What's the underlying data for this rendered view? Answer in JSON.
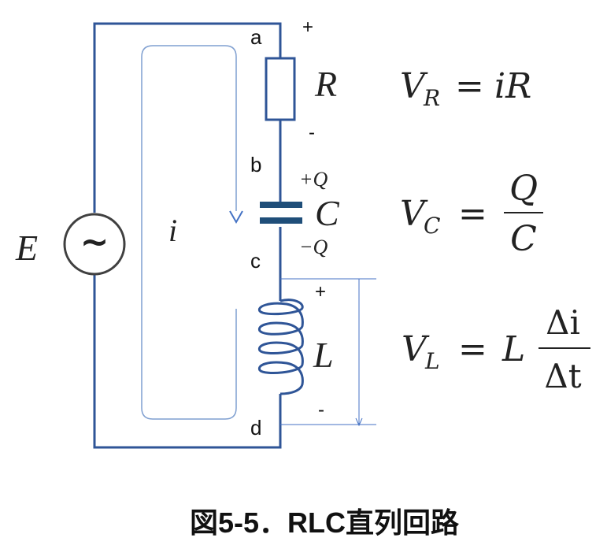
{
  "nodes": {
    "a": "a",
    "b": "b",
    "c": "c",
    "d": "d"
  },
  "signs": {
    "plus": "+",
    "minus": "-"
  },
  "source": {
    "label": "E",
    "symbol": "~"
  },
  "current": {
    "label": "i"
  },
  "components": {
    "resistor": {
      "label": "R"
    },
    "capacitor": {
      "label": "C",
      "charge_top": "+Q",
      "charge_bottom": "−Q"
    },
    "inductor": {
      "label": "L"
    }
  },
  "equations": {
    "vr": {
      "lhs": "V",
      "sub": "R",
      "op": "=",
      "rhs": "iR"
    },
    "vc": {
      "lhs": "V",
      "sub": "C",
      "op": "=",
      "numerator": "Q",
      "denominator": "C"
    },
    "vl": {
      "lhs": "V",
      "sub": "L",
      "op": "=",
      "coef": "L",
      "numerator": "Δi",
      "denominator": "Δt"
    }
  },
  "caption": "図5-5．RLC直列回路",
  "colors": {
    "wire": "#2f5597",
    "capacitor": "#1f4e79",
    "loop": "#7f9fd0",
    "arrow": "#4472c4",
    "source": "#404040"
  }
}
